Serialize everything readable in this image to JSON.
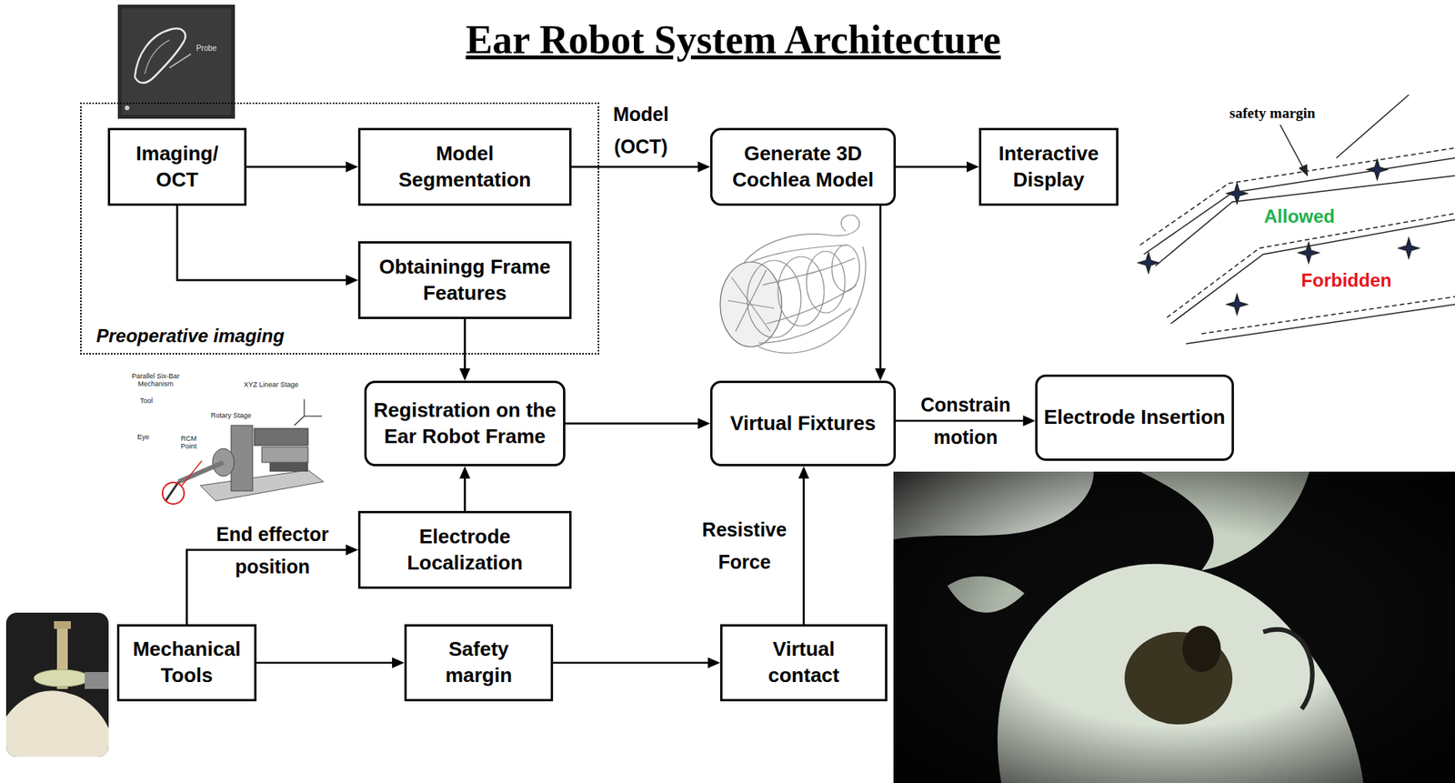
{
  "diagram": {
    "title": "Ear Robot System Architecture",
    "nodes": [
      {
        "text": [
          "Preoperative imaging"
        ]
      },
      {
        "text": [
          "Imaging/ OCT"
        ],
        "in": 0
      },
      {
        "text": [
          "Model Segmentation"
        ],
        "in": 0
      },
      {
        "text": [
          "Generate 3D Cochlea Model"
        ]
      },
      {
        "text": [
          "Interactive Display"
        ]
      },
      {
        "text": [
          "Obtainingg Frame Features"
        ],
        "in": 0
      },
      {
        "text": [
          "Registration on the Ear Robot Frame"
        ]
      },
      {
        "text": [
          "Virtual Fixtures"
        ]
      },
      {
        "text": [
          "Electrode Insertion"
        ]
      },
      {
        "text": [
          "Electrode Localization"
        ]
      },
      {
        "text": [
          "Mechanical Tools"
        ]
      },
      {
        "text": [
          "Safety margin"
        ]
      },
      {
        "text": [
          "Virtual contact"
        ]
      }
    ],
    "edges": [
      {
        "from": 1,
        "to": 2,
        "arrow": "to"
      },
      {
        "from": 1,
        "to": 5,
        "arrow": "to"
      },
      {
        "from": 2,
        "to": 3,
        "label": "Model (OCT)",
        "arrow": "to"
      },
      {
        "from": 3,
        "to": 4,
        "arrow": "to"
      },
      {
        "from": 5,
        "to": 6,
        "arrow": "to"
      },
      {
        "from": 3,
        "to": 7,
        "arrow": "to"
      },
      {
        "from": 6,
        "to": 7,
        "arrow": "to"
      },
      {
        "from": 7,
        "to": 8,
        "label": "Constrain motion",
        "arrow": "to"
      },
      {
        "from": 9,
        "to": 6,
        "arrow": "to"
      },
      {
        "from": 10,
        "to": 9,
        "label": "End effector position",
        "arrow": "to"
      },
      {
        "from": 10,
        "to": 11,
        "arrow": "to"
      },
      {
        "from": 11,
        "to": 12,
        "arrow": "to"
      },
      {
        "from": 12,
        "to": 7,
        "label": "Resistive Force",
        "arrow": "to"
      }
    ],
    "labels": [
      "Probe",
      "Parallel Six-Bar Mechanism",
      "Tool",
      "Eye",
      "RCM Point",
      "XYZ Linear Stage",
      "Rotary Stage",
      "safety margin",
      "Allowed",
      "Forbidden"
    ]
  }
}
